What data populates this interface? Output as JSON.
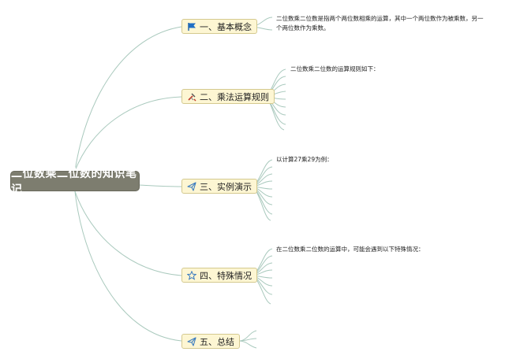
{
  "central": {
    "title": "二位数乘二位数的知识笔记"
  },
  "topics": [
    {
      "label": "一、基本概念",
      "icon": "flag-icon",
      "note_lines": [
        "二位数乘二位数是指两个两位数相乘的运算，其中一个两位数作为被乘数，另一",
        "个两位数作为乘数。"
      ]
    },
    {
      "label": "二、乘法运算规则",
      "icon": "tools-icon",
      "note_lines": [
        "二位数乘二位数的运算规则如下："
      ]
    },
    {
      "label": "三、实例演示",
      "icon": "send-icon",
      "note_lines": [
        "以计算27乘29为例："
      ]
    },
    {
      "label": "四、特殊情况",
      "icon": "star-icon",
      "note_lines": [
        "在二位数乘二位数的运算中，可能会遇到以下特殊情况："
      ]
    },
    {
      "label": "五、总结",
      "icon": "send-icon",
      "note_lines": []
    }
  ],
  "colors": {
    "edge": "#a9c9bd",
    "central_bg": "#7d7d6f",
    "topic_bg": "#fdf6d3",
    "topic_border": "#d4c98f"
  }
}
